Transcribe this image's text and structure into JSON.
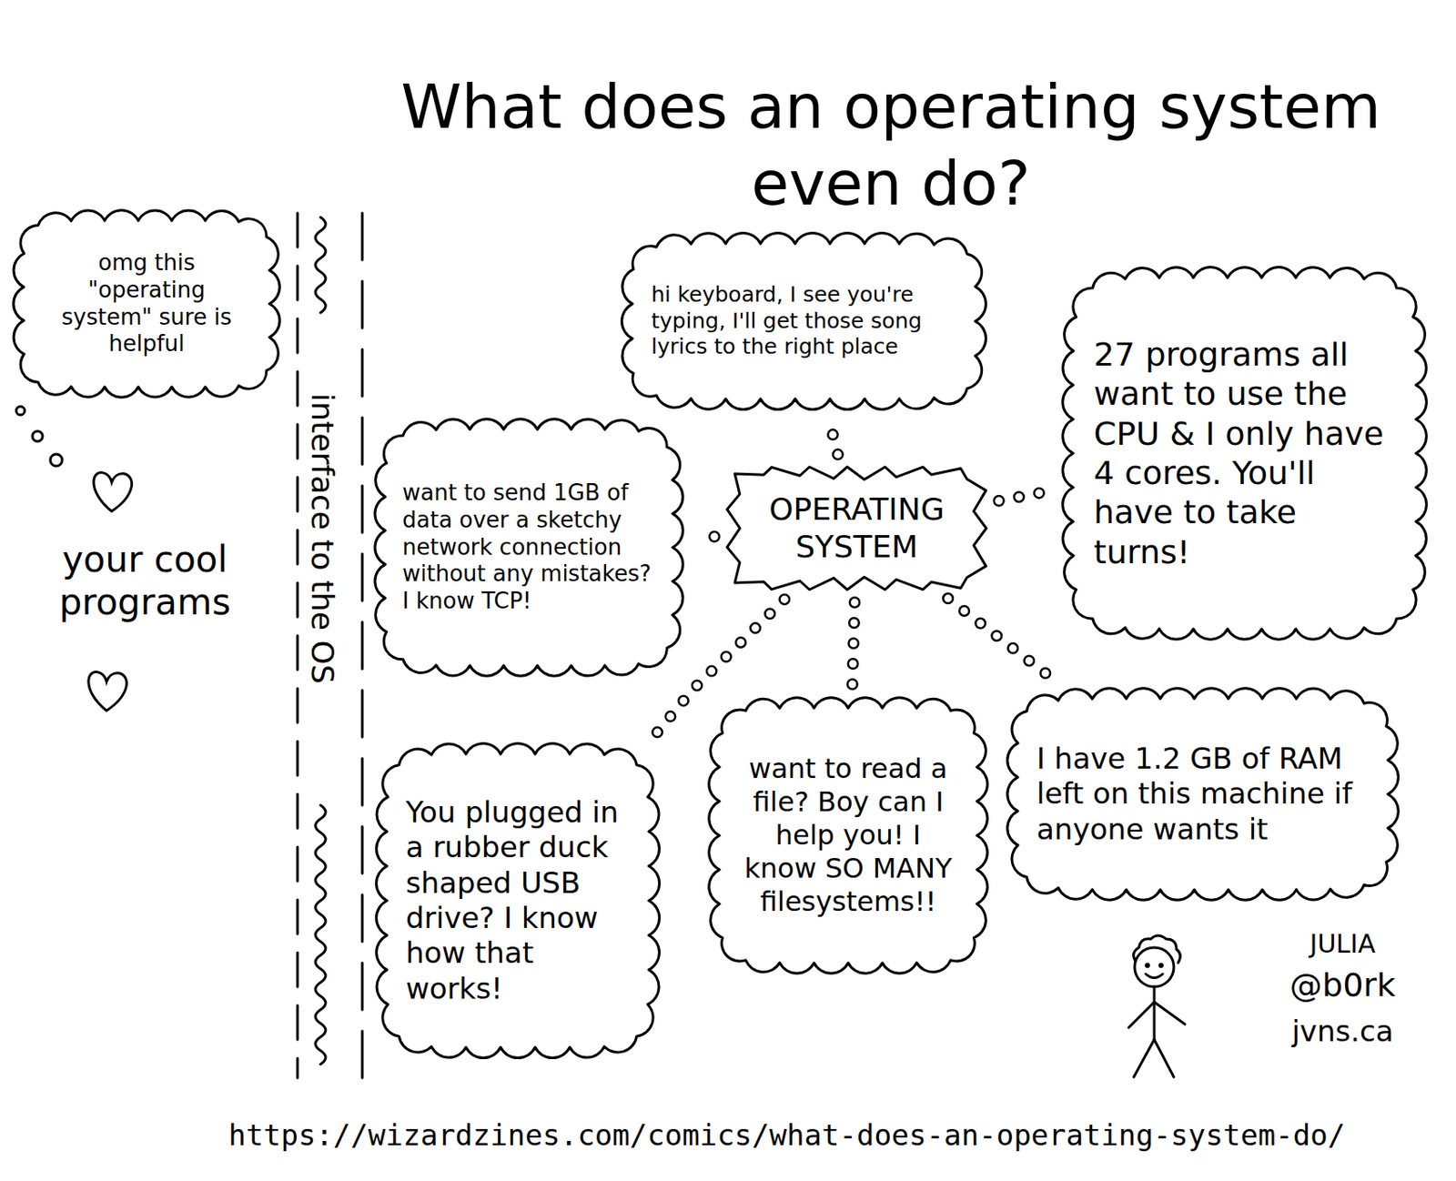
{
  "diagram": {
    "title": "What does an operating system even do?",
    "nodes": [
      {
        "text": [
          "omg this \"operating system\" sure is helpful"
        ]
      },
      {
        "text": [
          "OPERATING SYSTEM"
        ]
      },
      {
        "text": [
          "hi keyboard, I see you're typing, I'll get those song lyrics to the right place"
        ]
      },
      {
        "text": [
          "27 programs all want to use the CPU & I only have 4 cores. You'll have to take turns!"
        ]
      },
      {
        "text": [
          "want to send 1GB of data over a sketchy network connection without any mistakes? I know TCP!"
        ]
      },
      {
        "text": [
          "I have 1.2 GB of RAM left on this machine if anyone wants it"
        ]
      },
      {
        "text": [
          "want to read a file? Boy can I help you! I know SO MANY filesystems!!"
        ]
      },
      {
        "text": [
          "You plugged in a rubber duck shaped USB drive? I know how that works!"
        ]
      }
    ],
    "edges": [
      {
        "from": 1,
        "to": 2,
        "arrow": "none"
      },
      {
        "from": 1,
        "to": 3,
        "arrow": "none"
      },
      {
        "from": 1,
        "to": 4,
        "arrow": "none"
      },
      {
        "from": 1,
        "to": 5,
        "arrow": "none"
      },
      {
        "from": 1,
        "to": 6,
        "arrow": "none"
      },
      {
        "from": 1,
        "to": 7,
        "arrow": "none"
      }
    ],
    "labels": [
      "your cool programs",
      "interface to the OS",
      "JULIA",
      "@b0rk",
      "jvns.ca",
      "https://wizardzines.com/comics/what-does-an-operating-system-do/"
    ]
  }
}
